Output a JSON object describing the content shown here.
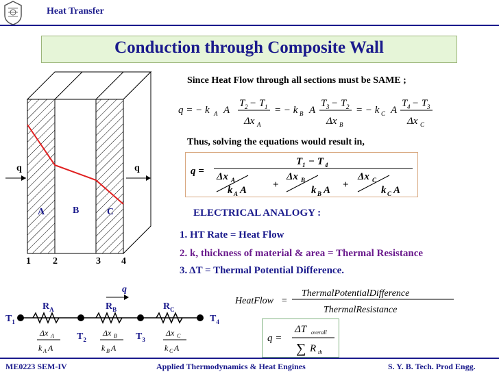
{
  "header": {
    "course": "Heat Transfer"
  },
  "title": "Conduction through Composite Wall",
  "intro": "Since Heat Flow through all sections must be SAME ;",
  "thus": "Thus, solving the equations would result in,",
  "electrical": "ELECTRICAL ANALOGY :",
  "points": [
    "1.  HT Rate = Heat Flow",
    "2.  k, thickness of material & area = Thermal Resistance",
    "3.  ΔT = Thermal Potential Difference."
  ],
  "wall": {
    "q_left": "q",
    "q_right": "q",
    "layers": [
      "A",
      "B",
      "C"
    ],
    "stations": [
      "1",
      "2",
      "3",
      "4"
    ]
  },
  "circuit": {
    "q": "q",
    "resistors": [
      "R",
      "R",
      "R"
    ],
    "resistor_subs": [
      "A",
      "B",
      "C"
    ],
    "temps": [
      "T",
      "T",
      "T",
      "T"
    ],
    "temp_subs": [
      "1",
      "2",
      "3",
      "4"
    ]
  },
  "heatflow": {
    "lhs": "HeatFlow",
    "num": "ThermalPotentialDifference",
    "den": "ThermalResistance"
  },
  "footer": {
    "left": "ME0223 SEM-IV",
    "center": "Applied Thermodynamics & Heat Engines",
    "right": "S. Y. B. Tech. Prod Engg."
  },
  "colors": {
    "navy": "#1a1a8c",
    "title_bg": "#e6f5d8",
    "red_line": "#e02020"
  }
}
